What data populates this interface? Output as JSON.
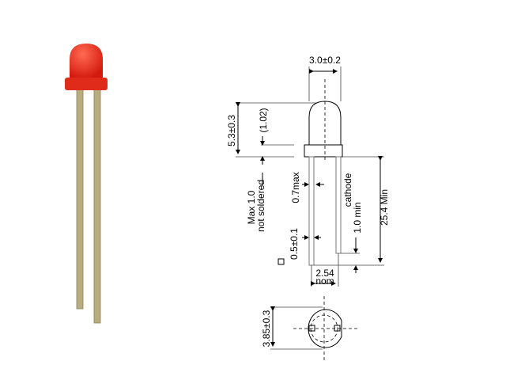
{
  "photo": {
    "led_color": "#e8281c",
    "lead_color": "#a89c6a"
  },
  "dimensions": {
    "lens_diameter": "3.0±0.2",
    "body_height": "5.3±0.3",
    "flange_height": "(1.02)",
    "not_soldered_line1": "Max 1.0",
    "not_soldered_line2": "not soldered",
    "lead_max": "0.7max",
    "cathode": "cathode",
    "cathode_offset": "1.0 min",
    "lead_length": "25.4 Min",
    "lead_width": "0.5±0.1",
    "pitch_line1": "2.54",
    "pitch_line2": "nom",
    "flange_diameter": "3.85±0.3"
  }
}
